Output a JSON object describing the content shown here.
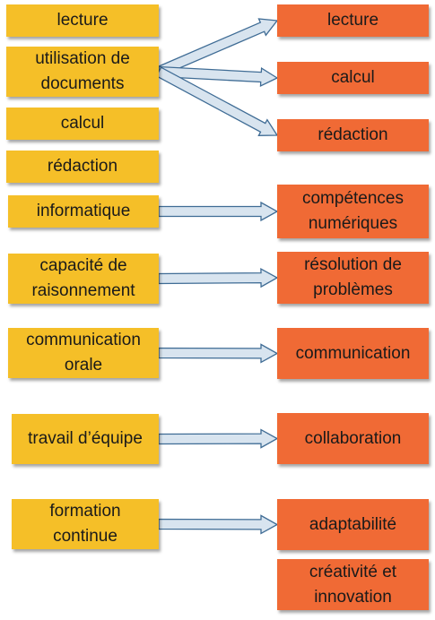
{
  "colors": {
    "left_box": "#f5bf28",
    "right_box": "#f06a35",
    "arrow_fill": "#d8e4ef",
    "arrow_stroke": "#3f6c95"
  },
  "left": [
    "lecture",
    "utilisation de documents",
    "calcul",
    "rédaction",
    "informatique",
    "capacité de raisonnement",
    "communication orale",
    "travail d’équipe",
    "formation continue"
  ],
  "right": [
    "lecture",
    "calcul",
    "rédaction",
    "compétences numériques",
    "résolution de problèmes",
    "communication",
    "collaboration",
    "adaptabilité",
    "créativité et innovation"
  ],
  "links": [
    {
      "from": 1,
      "to": 0
    },
    {
      "from": 1,
      "to": 1
    },
    {
      "from": 1,
      "to": 2
    },
    {
      "from": 4,
      "to": 3
    },
    {
      "from": 5,
      "to": 4
    },
    {
      "from": 6,
      "to": 5
    },
    {
      "from": 7,
      "to": 6
    },
    {
      "from": 8,
      "to": 7
    }
  ]
}
